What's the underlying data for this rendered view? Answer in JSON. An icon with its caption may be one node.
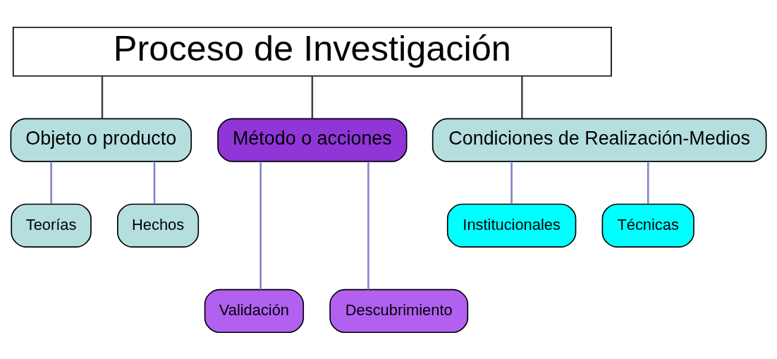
{
  "diagram": {
    "nodes": [
      {
        "text": [
          "Proceso de Investigación"
        ]
      },
      {
        "text": [
          "Objeto o producto"
        ]
      },
      {
        "text": [
          "Método o acciones"
        ]
      },
      {
        "text": [
          "Condiciones de Realización-Medios"
        ]
      },
      {
        "text": [
          "Teorías"
        ]
      },
      {
        "text": [
          "Hechos"
        ]
      },
      {
        "text": [
          "Validación"
        ]
      },
      {
        "text": [
          "Descubrimiento"
        ]
      },
      {
        "text": [
          "Institucionales"
        ]
      },
      {
        "text": [
          "Técnicas"
        ]
      }
    ],
    "edges": [
      {
        "from": 0,
        "to": 1,
        "arrow": "none",
        "color": "#404040"
      },
      {
        "from": 0,
        "to": 2,
        "arrow": "none",
        "color": "#404040"
      },
      {
        "from": 0,
        "to": 3,
        "arrow": "none",
        "color": "#404040"
      },
      {
        "from": 1,
        "to": 4,
        "arrow": "none"
      },
      {
        "from": 1,
        "to": 5,
        "arrow": "none"
      },
      {
        "from": 2,
        "to": 6,
        "arrow": "none"
      },
      {
        "from": 2,
        "to": 7,
        "arrow": "none"
      },
      {
        "from": 3,
        "to": 8,
        "arrow": "none"
      },
      {
        "from": 3,
        "to": 9,
        "arrow": "none"
      }
    ]
  }
}
